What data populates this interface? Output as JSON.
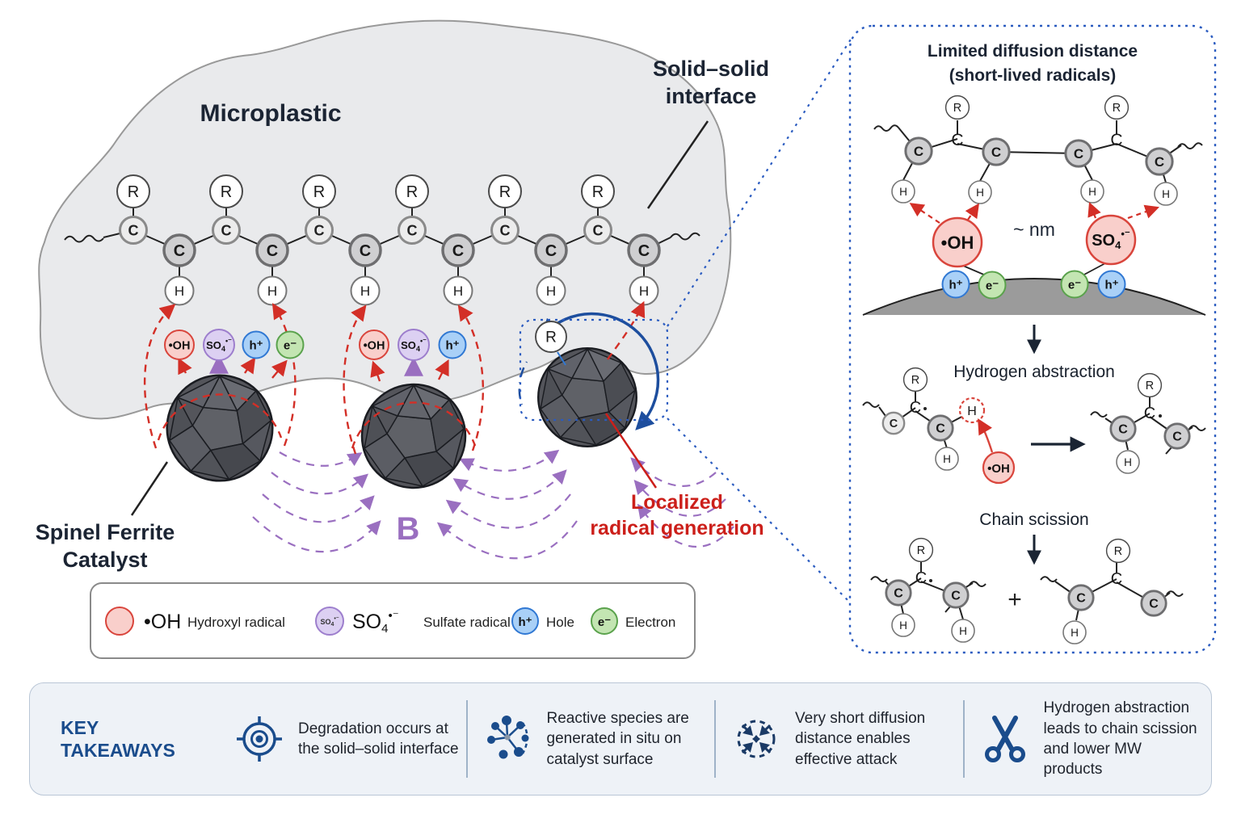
{
  "palette": {
    "red": "#d32f27",
    "purple": "#9a6fc0",
    "blue": "#1d4e9e",
    "navy": "#1a4c8c",
    "blob_gray": "#e9eaec",
    "dome_gray": "#9b9b9b",
    "pink_fill": "#f9cfcb",
    "purple_fill": "#dcd0f2",
    "blue_fill": "#a9d0f7",
    "green_fill": "#c3e5b2"
  },
  "scene": {
    "microplastic": "Microplastic",
    "interface_line1": "Solid–solid",
    "interface_line2": "interface",
    "catalyst_line1": "Spinel Ferrite",
    "catalyst_line2": "Catalyst",
    "field": "B",
    "localized_line1": "Localized",
    "localized_line2": "radical generation"
  },
  "atoms": {
    "carbon": "C",
    "side_group": "R",
    "hydrogen": "H"
  },
  "species": {
    "hydroxyl": "•OH",
    "hole": "h⁺",
    "electron": "e⁻",
    "sulfate_base": "SO",
    "sulfate_sub": "4",
    "sulfate_sup": "•⁻"
  },
  "legend": {
    "hydroxyl_symbol": "•OH",
    "hydroxyl_label": "Hydroxyl radical",
    "sulfate_base": "SO",
    "sulfate_sub": "4",
    "sulfate_sup": "•⁻",
    "sulfate_label": "Sulfate radical",
    "hole_symbol": "h⁺",
    "hole_label": "Hole",
    "electron_symbol": "e⁻",
    "electron_label": "Electron"
  },
  "detail": {
    "title_line1": "Limited diffusion distance",
    "title_line2": "(short-lived radicals)",
    "scale": "~ nm",
    "step1": "Hydrogen abstraction",
    "step2": "Chain scission",
    "plus": "+"
  },
  "takeaways": {
    "heading_line1": "KEY",
    "heading_line2": "TAKEAWAYS",
    "items": [
      {
        "icon": "target-icon",
        "text": "Degradation occurs at the solid–solid interface"
      },
      {
        "icon": "molecule-icon",
        "text": "Reactive species are generated in situ on catalyst surface"
      },
      {
        "icon": "converge-icon",
        "text": "Very short diffusion distance enables effective attack"
      },
      {
        "icon": "scissors-icon",
        "text": "Hydrogen abstraction leads to chain scission and lower MW products"
      }
    ]
  }
}
